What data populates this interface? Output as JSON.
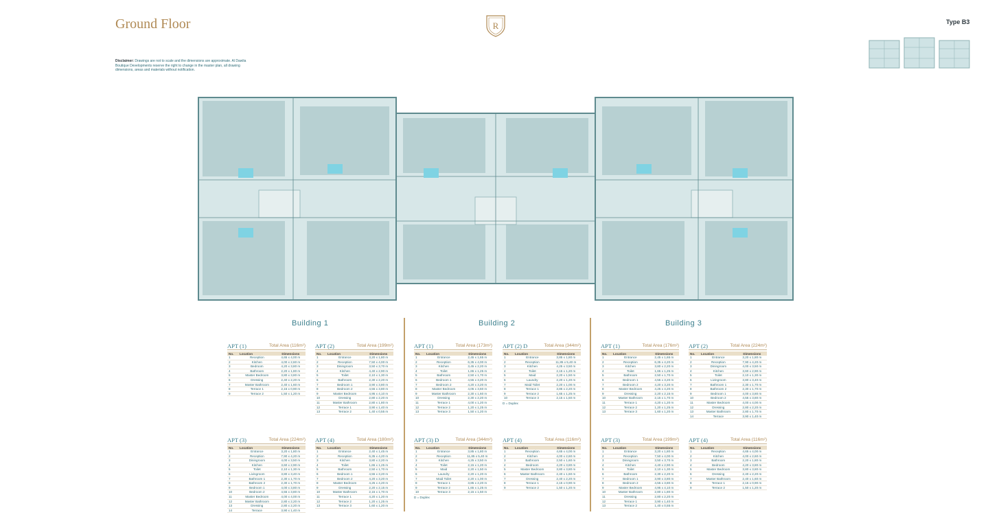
{
  "header": {
    "title": "Ground Floor",
    "logo_letter": "R",
    "type_label": "Type B3",
    "disclaimer_bold": "Disclaimer:",
    "disclaimer_text": " Drawings are not to scale and the dimensions are approximate. Al Dawlia Boutique Developments reserve the right to change in the master plan, all drawing dimensions, areas and materials without notification."
  },
  "colors": {
    "accent_gold": "#b08a55",
    "teal": "#3a7e8c",
    "plan_fill": "#8fb3b5",
    "plan_wall": "#5e8a8e"
  },
  "buildings": [
    {
      "name": "Building 1",
      "apartments": [
        {
          "name": "APT (1)",
          "area": "Total Area (116m²)",
          "cols": [
            "No.",
            "Location",
            "Dimensions"
          ],
          "note": "",
          "rows": [
            [
              "1",
              "Reception",
              "4,65 x 4,00 m"
            ],
            [
              "2",
              "Kitchen",
              "4,00 x 2,60 m"
            ],
            [
              "3",
              "Bedroom",
              "4,20 x 3,80 m"
            ],
            [
              "4",
              "Bathroom",
              "2,20 x 1,80 m"
            ],
            [
              "5",
              "Master Bedroom",
              "3,80 x 3,80 m"
            ],
            [
              "6",
              "Dressing",
              "2,40 x 2,20 m"
            ],
            [
              "7",
              "Master Bathroom",
              "2,40 x 1,60 m"
            ],
            [
              "8",
              "Terrace 1",
              "2,15 x 0,90 m"
            ],
            [
              "9",
              "Terrace 2",
              "1,50 x 1,20 m"
            ]
          ]
        },
        {
          "name": "APT (2)",
          "area": "Total Area (199m²)",
          "cols": [
            "No.",
            "Location",
            "Dimensions"
          ],
          "note": "",
          "rows": [
            [
              "1",
              "Entrance",
              "3,20 x 1,80 m"
            ],
            [
              "2",
              "Reception",
              "7,50 x 4,00 m"
            ],
            [
              "3",
              "Diningroom",
              "3,50 x 3,70 m"
            ],
            [
              "4",
              "Kitchen",
              "4,40 x 2,90 m"
            ],
            [
              "5",
              "Toilet",
              "2,10 x 1,30 m"
            ],
            [
              "6",
              "Bathroom",
              "2,30 x 2,20 m"
            ],
            [
              "7",
              "Bedroom 1",
              "3,90 x 3,80 m"
            ],
            [
              "8",
              "Bedroom 2",
              "4,55 x 3,80 m"
            ],
            [
              "9",
              "Master Bedroom",
              "4,95 x 4,10 m"
            ],
            [
              "10",
              "Dressing",
              "2,80 x 2,20 m"
            ],
            [
              "11",
              "Master Bathroom",
              "2,80 x 1,80 m"
            ],
            [
              "12",
              "Terrace 1",
              "3,90 x 1,40 m"
            ],
            [
              "13",
              "Terrace 2",
              "1,40 x 0,55 m"
            ]
          ]
        },
        {
          "name": "APT (3)",
          "area": "Total Area (224m²)",
          "cols": [
            "No.",
            "Location",
            "Dimensions"
          ],
          "note": "",
          "rows": [
            [
              "1",
              "Entrance",
              "3,20 x 1,80 m"
            ],
            [
              "2",
              "Reception",
              "7,90 x 4,20 m"
            ],
            [
              "3",
              "Diningroom",
              "4,00 x 3,50 m"
            ],
            [
              "4",
              "Kitchen",
              "3,60 x 2,90 m"
            ],
            [
              "5",
              "Toilet",
              "2,10 x 1,30 m"
            ],
            [
              "6",
              "Livingroom",
              "3,80 x 3,40 m"
            ],
            [
              "7",
              "Bathroom 1",
              "2,30 x 1,70 m"
            ],
            [
              "8",
              "Bathroom 2",
              "2,30 x 1,70 m"
            ],
            [
              "9",
              "Bedroom 1",
              "4,00 x 3,80 m"
            ],
            [
              "10",
              "Bedroom 2",
              "4,55 x 3,80 m"
            ],
            [
              "11",
              "Master Bedroom",
              "4,00 x 4,00 m"
            ],
            [
              "12",
              "Master Bathroom",
              "2,80 x 2,20 m"
            ],
            [
              "13",
              "Dressing",
              "2,80 x 2,20 m"
            ],
            [
              "14",
              "Terrace",
              "3,90 x 1,40 m"
            ]
          ]
        },
        {
          "name": "APT (4)",
          "area": "Total Area (180m²)",
          "cols": [
            "No.",
            "Location",
            "Dimensions"
          ],
          "note": "",
          "rows": [
            [
              "1",
              "Entrance",
              "2,40 x 1,45 m"
            ],
            [
              "2",
              "Reception",
              "6,35 x 4,20 m"
            ],
            [
              "3",
              "Kitchen",
              "3,80 x 2,20 m"
            ],
            [
              "4",
              "Toilet",
              "1,65 x 1,25 m"
            ],
            [
              "5",
              "Bathroom",
              "2,50 x 1,70 m"
            ],
            [
              "6",
              "Bedroom 1",
              "4,55 x 3,20 m"
            ],
            [
              "7",
              "Bedroom 2",
              "4,20 x 3,20 m"
            ],
            [
              "8",
              "Master Bedroom",
              "4,25 x 4,20 m"
            ],
            [
              "9",
              "Dressing",
              "2,20 x 2,15 m"
            ],
            [
              "10",
              "Master Bathroom",
              "2,15 x 1,70 m"
            ],
            [
              "11",
              "Terrace 1",
              "4,20 x 1,20 m"
            ],
            [
              "12",
              "Terrace 2",
              "1,20 x 1,25 m"
            ],
            [
              "13",
              "Terrace 3",
              "1,60 x 1,20 m"
            ]
          ]
        }
      ]
    },
    {
      "name": "Building 2",
      "apartments": [
        {
          "name": "APT (1)",
          "area": "Total Area (173m²)",
          "cols": [
            "No.",
            "Location",
            "Dimensions"
          ],
          "note": "",
          "rows": [
            [
              "1",
              "Entrance",
              "2,45 x 1,65 m"
            ],
            [
              "2",
              "Reception",
              "6,35 x 4,00 m"
            ],
            [
              "3",
              "Kitchen",
              "3,45 x 2,20 m"
            ],
            [
              "4",
              "Toilet",
              "1,65 x 1,25 m"
            ],
            [
              "5",
              "Bathroom",
              "2,50 x 1,70 m"
            ],
            [
              "6",
              "Bedroom 1",
              "4,55 x 3,20 m"
            ],
            [
              "7",
              "Bedroom 2",
              "4,20 x 3,20 m"
            ],
            [
              "8",
              "Master Bedroom",
              "4,05 x 3,60 m"
            ],
            [
              "9",
              "Master Bathroom",
              "2,30 x 1,60 m"
            ],
            [
              "10",
              "Dressing",
              "2,30 x 2,20 m"
            ],
            [
              "11",
              "Terrace 1",
              "4,00 x 1,20 m"
            ],
            [
              "12",
              "Terrace 2",
              "1,20 x 1,25 m"
            ],
            [
              "13",
              "Terrace 3",
              "1,50 x 1,20 m"
            ]
          ]
        },
        {
          "name": "APT (2) D",
          "area": "Total Area (344m²)",
          "cols": [
            "No.",
            "Location",
            "Dimensions"
          ],
          "note": "D = Duplex",
          "rows": [
            [
              "1",
              "Entrance",
              "3,85 x 1,80 m"
            ],
            [
              "2",
              "Reception",
              "11,85 x 5,40 m"
            ],
            [
              "3",
              "Kitchen",
              "4,25 x 3,50 m"
            ],
            [
              "4",
              "Toilet",
              "2,15 x 1,20 m"
            ],
            [
              "5",
              "Maid",
              "2,20 x 1,50 m"
            ],
            [
              "6",
              "Laundry",
              "2,20 x 1,20 m"
            ],
            [
              "7",
              "Maid Toilet",
              "2,20 x 1,00 m"
            ],
            [
              "8",
              "Terrace 1",
              "3,85 x 2,20 m"
            ],
            [
              "9",
              "Terrace 2",
              "1,65 x 1,25 m"
            ],
            [
              "10",
              "Terrace 3",
              "2,15 x 1,50 m"
            ]
          ]
        },
        {
          "name": "APT (3) D",
          "area": "Total Area (344m²)",
          "cols": [
            "No.",
            "Location",
            "Dimensions"
          ],
          "note": "D = Duplex",
          "rows": [
            [
              "1",
              "Entrance",
              "3,85 x 1,80 m"
            ],
            [
              "2",
              "Reception",
              "11,85 x 5,40 m"
            ],
            [
              "3",
              "Kitchen",
              "4,25 x 3,50 m"
            ],
            [
              "4",
              "Toilet",
              "2,15 x 1,20 m"
            ],
            [
              "5",
              "Maid",
              "2,20 x 1,50 m"
            ],
            [
              "6",
              "Laundry",
              "2,20 x 1,20 m"
            ],
            [
              "7",
              "Maid Toilet",
              "2,20 x 1,00 m"
            ],
            [
              "8",
              "Terrace 1",
              "3,85 x 2,20 m"
            ],
            [
              "9",
              "Terrace 2",
              "1,65 x 1,25 m"
            ],
            [
              "10",
              "Terrace 3",
              "2,15 x 1,50 m"
            ]
          ]
        },
        {
          "name": "APT (4)",
          "area": "Total Area (116m²)",
          "cols": [
            "No.",
            "Location",
            "Dimensions"
          ],
          "note": "",
          "rows": [
            [
              "1",
              "Reception",
              "4,65 x 4,00 m"
            ],
            [
              "2",
              "Kitchen",
              "4,00 x 2,60 m"
            ],
            [
              "3",
              "Bathroom",
              "2,50 x 1,60 m"
            ],
            [
              "4",
              "Bedroom",
              "4,20 x 3,80 m"
            ],
            [
              "5",
              "Master Bedroom",
              "3,80 x 3,80 m"
            ],
            [
              "6",
              "Master Bathroom",
              "2,40 x 1,60 m"
            ],
            [
              "7",
              "Dressing",
              "2,40 x 2,20 m"
            ],
            [
              "8",
              "Terrace 1",
              "2,15 x 0,90 m"
            ],
            [
              "9",
              "Terrace 2",
              "1,50 x 1,20 m"
            ]
          ]
        }
      ]
    },
    {
      "name": "Building 3",
      "apartments": [
        {
          "name": "APT (1)",
          "area": "Total Area (176m²)",
          "cols": [
            "No.",
            "Location",
            "Dimensions"
          ],
          "note": "",
          "rows": [
            [
              "1",
              "Entrance",
              "2,45 x 1,65 m"
            ],
            [
              "2",
              "Reception",
              "6,35 x 4,20 m"
            ],
            [
              "3",
              "Kitchen",
              "3,80 x 2,20 m"
            ],
            [
              "4",
              "Toilet",
              "1,65 x 1,25 m"
            ],
            [
              "5",
              "Bathroom",
              "2,50 x 1,70 m"
            ],
            [
              "6",
              "Bedroom 1",
              "4,55 x 3,20 m"
            ],
            [
              "7",
              "Bedroom 2",
              "4,20 x 3,20 m"
            ],
            [
              "8",
              "Master Bedroom",
              "4,25 x 4,20 m"
            ],
            [
              "9",
              "Dressing",
              "2,20 x 2,15 m"
            ],
            [
              "10",
              "Master Bathroom",
              "2,15 x 1,70 m"
            ],
            [
              "11",
              "Terrace 1",
              "4,20 x 1,20 m"
            ],
            [
              "12",
              "Terrace 2",
              "1,20 x 1,25 m"
            ],
            [
              "13",
              "Terrace 3",
              "1,60 x 1,20 m"
            ]
          ]
        },
        {
          "name": "APT (2)",
          "area": "Total Area (224m²)",
          "cols": [
            "No.",
            "Location",
            "Dimensions"
          ],
          "note": "",
          "rows": [
            [
              "1",
              "Entrance",
              "3,20 x 1,80 m"
            ],
            [
              "2",
              "Reception",
              "7,90 x 4,20 m"
            ],
            [
              "3",
              "Diningroom",
              "4,00 x 3,50 m"
            ],
            [
              "4",
              "Kitchen",
              "3,60 x 2,90 m"
            ],
            [
              "5",
              "Toilet",
              "2,10 x 1,30 m"
            ],
            [
              "6",
              "Livingroom",
              "3,80 x 3,40 m"
            ],
            [
              "7",
              "Bathroom 1",
              "2,30 x 1,70 m"
            ],
            [
              "8",
              "Bathroom 2",
              "2,30 x 1,70 m"
            ],
            [
              "9",
              "Bedroom 1",
              "4,00 x 3,80 m"
            ],
            [
              "10",
              "Bedroom 2",
              "4,55 x 3,80 m"
            ],
            [
              "11",
              "Master Bedroom",
              "4,00 x 4,00 m"
            ],
            [
              "12",
              "Dressing",
              "2,80 x 2,20 m"
            ],
            [
              "13",
              "Master Bathroom",
              "2,80 x 1,70 m"
            ],
            [
              "14",
              "Terrace",
              "3,90 x 1,40 m"
            ]
          ]
        },
        {
          "name": "APT (3)",
          "area": "Total Area (199m²)",
          "cols": [
            "No.",
            "Location",
            "Dimensions"
          ],
          "note": "",
          "rows": [
            [
              "1",
              "Entrance",
              "3,20 x 1,80 m"
            ],
            [
              "2",
              "Reception",
              "7,50 x 4,00 m"
            ],
            [
              "3",
              "Diningroom",
              "3,50 x 3,70 m"
            ],
            [
              "4",
              "Kitchen",
              "4,40 x 2,90 m"
            ],
            [
              "5",
              "Toilet",
              "2,10 x 1,30 m"
            ],
            [
              "6",
              "Bathroom",
              "2,30 x 2,20 m"
            ],
            [
              "7",
              "Bedroom 1",
              "3,90 x 3,80 m"
            ],
            [
              "8",
              "Bedroom 2",
              "4,55 x 3,80 m"
            ],
            [
              "9",
              "Master Bedroom",
              "4,95 x 4,10 m"
            ],
            [
              "10",
              "Master Bathroom",
              "2,80 x 1,80 m"
            ],
            [
              "11",
              "Dressing",
              "2,80 x 2,20 m"
            ],
            [
              "12",
              "Terrace 1",
              "3,90 x 1,40 m"
            ],
            [
              "13",
              "Terrace 2",
              "1,40 x 0,55 m"
            ]
          ]
        },
        {
          "name": "APT (4)",
          "area": "Total Area (116m²)",
          "cols": [
            "No.",
            "Location",
            "Dimensions"
          ],
          "note": "",
          "rows": [
            [
              "1",
              "Reception",
              "4,65 x 4,00 m"
            ],
            [
              "2",
              "Kitchen",
              "4,00 x 2,60 m"
            ],
            [
              "3",
              "Bathroom",
              "2,20 x 1,80 m"
            ],
            [
              "4",
              "Bedroom",
              "4,20 x 3,80 m"
            ],
            [
              "5",
              "Master Bedroom",
              "3,80 x 3,80 m"
            ],
            [
              "6",
              "Dressing",
              "2,40 x 2,20 m"
            ],
            [
              "7",
              "Master Bathroom",
              "2,40 x 1,60 m"
            ],
            [
              "8",
              "Terrace 1",
              "2,15 x 0,90 m"
            ],
            [
              "9",
              "Terrace 2",
              "1,50 x 1,20 m"
            ]
          ]
        }
      ]
    }
  ]
}
